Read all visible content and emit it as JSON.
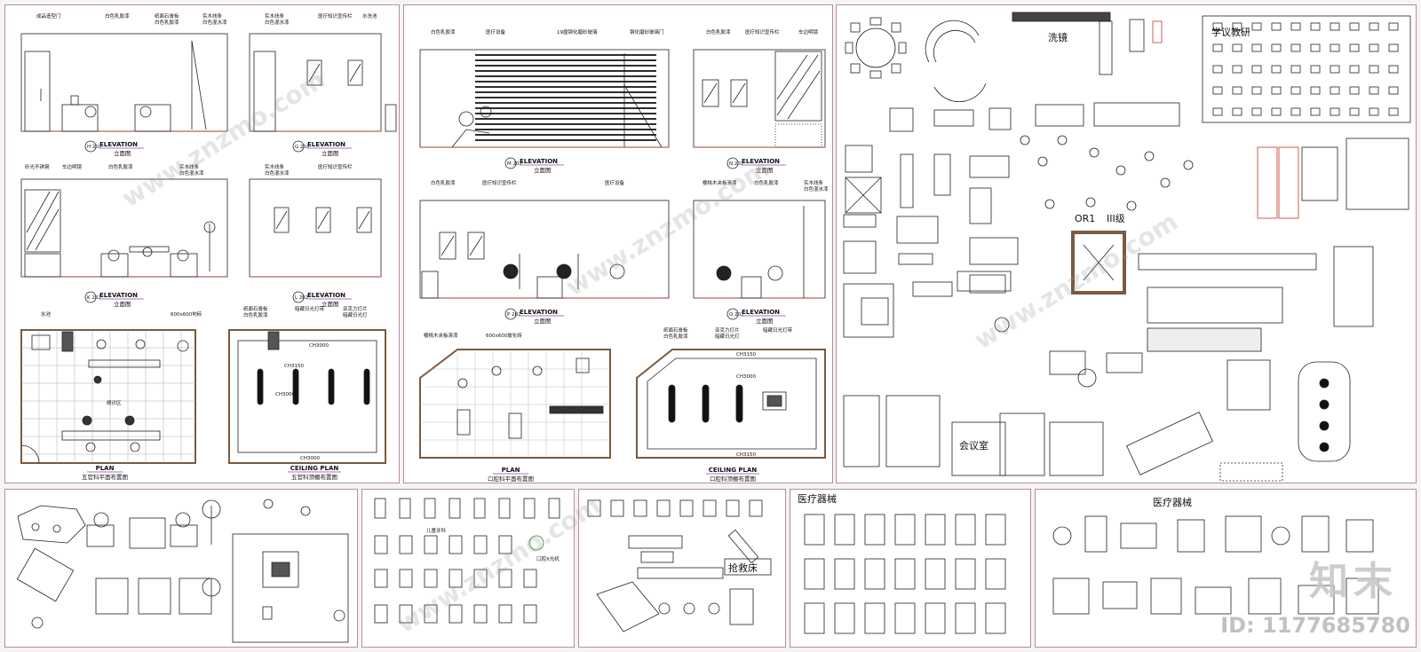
{
  "sheet1": {
    "tl_labels": [
      "成品造型门",
      "白色乳胶漆",
      "纸面石膏板",
      "白色乳胶漆",
      "实木线条",
      "白色混水漆"
    ],
    "tr_labels": [
      "实木线条",
      "白色混水漆",
      "医疗知识宣传栏",
      "水洗池"
    ],
    "ml_labels": [
      "砂光不锈钢",
      "车边明镜",
      "白色乳胶漆",
      "实木线条",
      "白色混水漆"
    ],
    "mr_labels": [
      "实木线条",
      "白色混水漆",
      "医疗知识宣传栏"
    ],
    "elev_word": "ELEVATION",
    "elev_sub": "立面图",
    "markers": [
      "H 202",
      "G 202",
      "K 202",
      "L 202"
    ],
    "plan_labels": [
      "水池",
      "600x600地砖",
      "候诊区"
    ],
    "ceil_labels": [
      "纸面石膏板",
      "白色乳胶漆",
      "暗藏日光灯带",
      "亚克力灯片",
      "暗藏日光灯"
    ],
    "ch_values": [
      "CH3000",
      "CH3150",
      "CH3000",
      "CH3000"
    ],
    "plan_title": "PLAN",
    "plan_sub": "五官科平面布置图",
    "ceil_title": "CEILING PLAN",
    "ceil_sub": "五官科顶棚布置图"
  },
  "sheet2": {
    "tl_labels": [
      "白色乳胶漆",
      "医疗设备",
      "19厘钢化磨砂玻璃",
      "钢化磨砂玻璃门"
    ],
    "tr_labels": [
      "白色乳胶漆",
      "医疗知识宣传栏",
      "车边明镜"
    ],
    "ml_labels": [
      "白色乳胶漆",
      "医疗知识宣传栏",
      "医疗设备"
    ],
    "mr_labels": [
      "樱桃木夹板清漆",
      "白色乳胶漆",
      "实木线条",
      "白色混水漆"
    ],
    "markers": [
      "M 202",
      "N 202",
      "P 202",
      "Q 202"
    ],
    "elev_word": "ELEVATION",
    "elev_sub": "立面图",
    "plan_labels": [
      "樱桃木夹板清漆",
      "600x600玻化砖"
    ],
    "ceil_labels": [
      "纸面石膏板",
      "白色乳胶漆",
      "亚克力灯片",
      "暗藏日光灯",
      "暗藏日光灯带"
    ],
    "ch_values": [
      "CH3150",
      "CH3000",
      "CH3150"
    ],
    "plan_title": "PLAN",
    "plan_sub": "口腔科平面布置图",
    "ceil_title": "CEILING PLAN",
    "ceil_sub": "口腔科顶棚布置图"
  },
  "sheet3": {
    "mirror_label": "洗镜",
    "or_label": "OR1",
    "level_label": "III级",
    "meeting_label": "会议室",
    "study_label": "学议教研"
  },
  "sheet6": {
    "title": "医疗器械"
  },
  "sheet7": {
    "title": "医疗器械"
  },
  "sheet8": {
    "kids_label": "儿童牙科",
    "xray_label": "口腔X光机",
    "button_label": "抢救床"
  },
  "watermark": "www.znzmo.com",
  "brand_mark": "知末",
  "id_line": "ID: 1177685780"
}
